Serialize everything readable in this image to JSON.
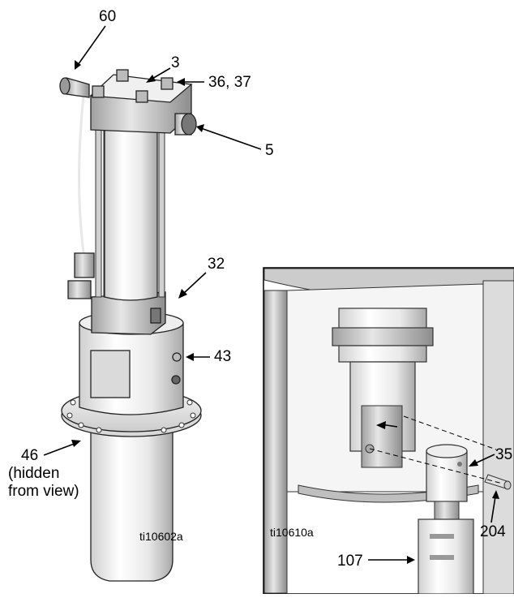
{
  "callouts": {
    "c60": "60",
    "c3": "3",
    "c36_37": "36, 37",
    "c5": "5",
    "c32": "32",
    "c43": "43",
    "c46_num": "46",
    "c46_l1": "(hidden",
    "c46_l2": "from view)",
    "c35": "35",
    "c204": "204",
    "c107": "107"
  },
  "figure_ids": {
    "main": "ti10602a",
    "inset": "ti10610a"
  }
}
